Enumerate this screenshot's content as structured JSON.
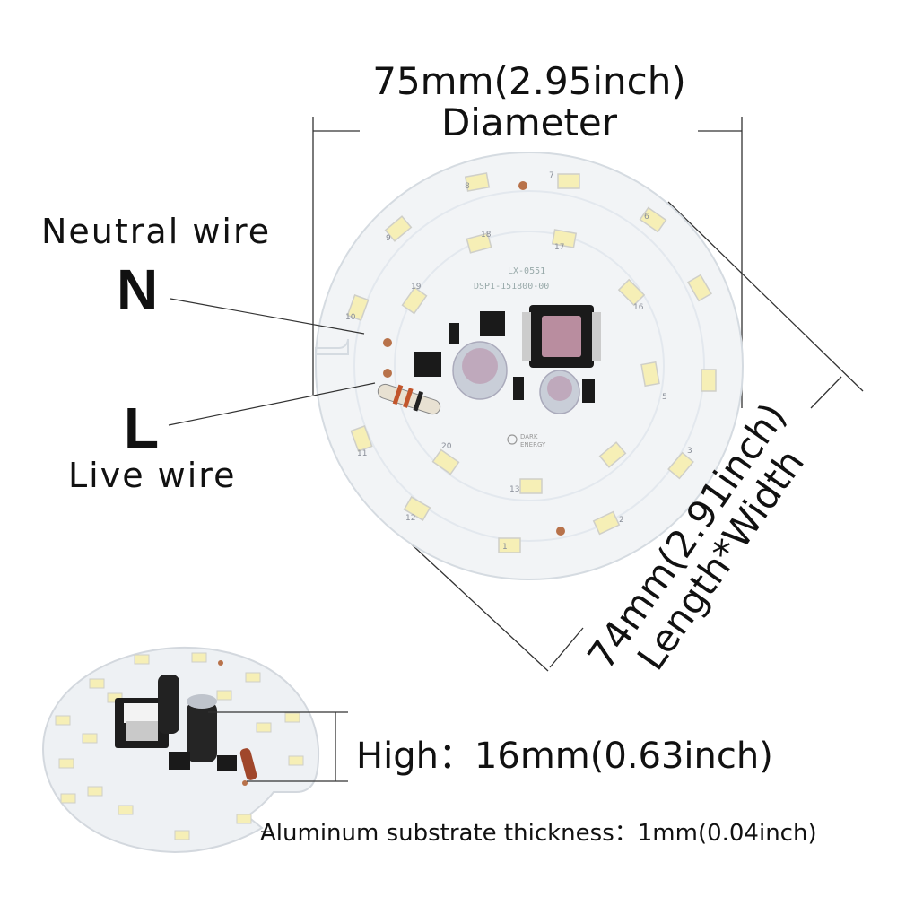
{
  "labels": {
    "diameter_value": "75mm(2.95inch)",
    "diameter_word": "Diameter",
    "neutral_wire": "Neutral wire",
    "n_letter": "N",
    "l_letter": "L",
    "live_wire": "Live wire",
    "length_value": "74mm(2.91inch)",
    "length_word": "Length*Width",
    "height": "High：16mm(0.63inch)",
    "thickness": "Aluminum substrate thickness：1mm(0.04inch)"
  },
  "board_markings": {
    "part_number": "LX-0551",
    "model": "DSP1-151800-00",
    "brand_line1": "DARK",
    "brand_line2": "ENERGY",
    "led_numbers": [
      "1",
      "2",
      "3",
      "5",
      "6",
      "7",
      "8",
      "9",
      "10",
      "11",
      "12",
      "13",
      "16",
      "17",
      "18",
      "19",
      "20"
    ]
  },
  "colors": {
    "board_white": "#f2f4f6",
    "led_yellow": "#f6efb6",
    "copper_pad": "#b8724a",
    "component_black": "#1a1a1a"
  }
}
